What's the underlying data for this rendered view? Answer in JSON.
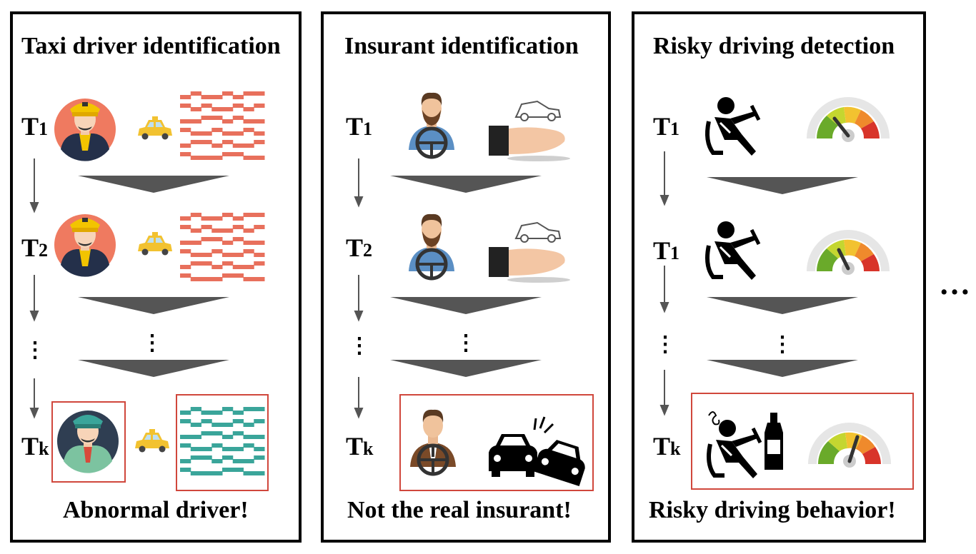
{
  "panels": [
    {
      "title": "Taxi driver identification",
      "footer": "Abnormal driver!",
      "rows": [
        {
          "label": "T",
          "sub": "1"
        },
        {
          "label": "T",
          "sub": "2"
        },
        {
          "label": "T",
          "sub": "k"
        }
      ]
    },
    {
      "title": "Insurant identification",
      "footer": "Not the real insurant!",
      "rows": [
        {
          "label": "T",
          "sub": "1"
        },
        {
          "label": "T",
          "sub": "2"
        },
        {
          "label": "T",
          "sub": "k"
        }
      ]
    },
    {
      "title": "Risky driving detection",
      "footer": "Risky driving behavior!",
      "rows": [
        {
          "label": "T",
          "sub": "1"
        },
        {
          "label": "T",
          "sub": "1"
        },
        {
          "label": "T",
          "sub": "k"
        }
      ]
    }
  ],
  "more": "…",
  "colors": {
    "highlight_border": "#d0473c",
    "trajectory_normal": "#e8705c",
    "trajectory_abnormal": "#3aa59a",
    "funnel": "#555555",
    "arrow": "#555555"
  }
}
